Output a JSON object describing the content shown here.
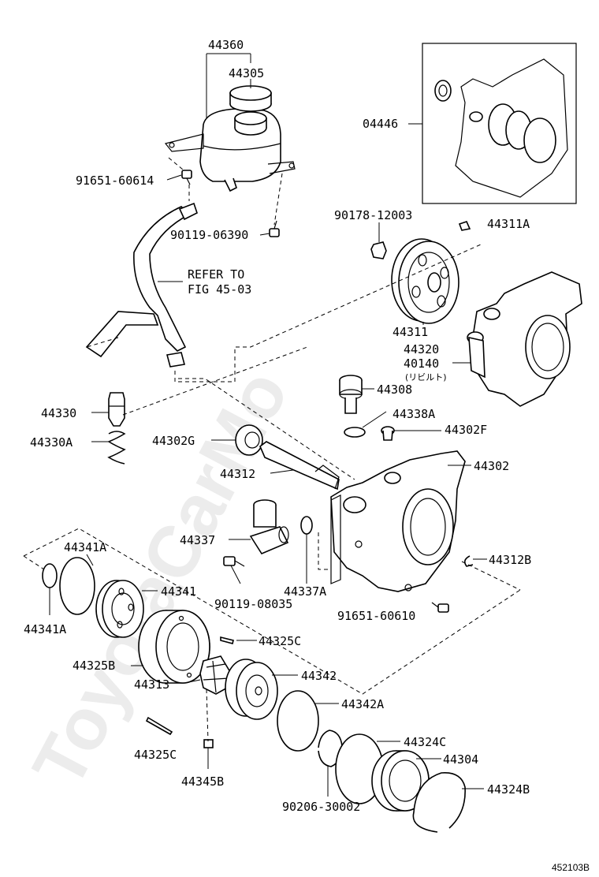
{
  "watermark": "ToyotaCarMo",
  "figure_code": "452103B",
  "notes": {
    "refer_line1": "REFER TO",
    "refer_line2": "FIG 45-03",
    "rebuilt": "(リビルト)"
  },
  "labels": {
    "p44360": "44360",
    "p44305": "44305",
    "p91651_60614": "91651-60614",
    "p90119_06390": "90119-06390",
    "p04446": "04446",
    "p90178_12003": "90178-12003",
    "p44311A": "44311A",
    "p44311": "44311",
    "p44320": "44320",
    "p40140": "40140",
    "p44308": "44308",
    "p44330": "44330",
    "p44330A": "44330A",
    "p44338A": "44338A",
    "p44302F": "44302F",
    "p44302G": "44302G",
    "p44302": "44302",
    "p44312": "44312",
    "p44337": "44337",
    "p44341A_top": "44341A",
    "p44341": "44341",
    "p90119_08035": "90119-08035",
    "p44337A": "44337A",
    "p44312B": "44312B",
    "p91651_60610": "91651-60610",
    "p44341A_bottom": "44341A",
    "p44325C_top": "44325C",
    "p44325B": "44325B",
    "p44313": "44313",
    "p44342": "44342",
    "p44342A": "44342A",
    "p44324C": "44324C",
    "p44325C_bottom": "44325C",
    "p44304": "44304",
    "p44345B": "44345B",
    "p90206_30002": "90206-30002",
    "p44324B": "44324B"
  }
}
